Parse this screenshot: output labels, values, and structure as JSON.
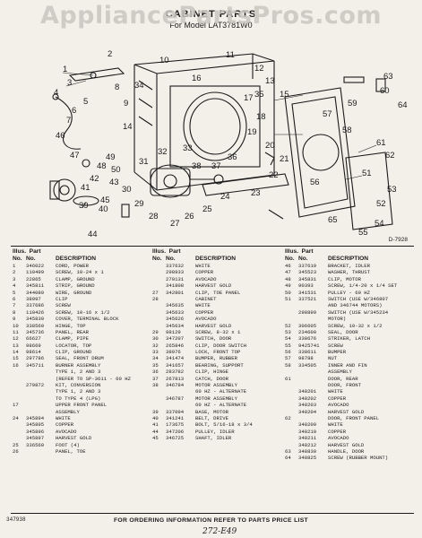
{
  "header": {
    "watermark": "AppliancePartsPros.com",
    "title": "CABINET PARTS",
    "subtitle": "For Model LAT3781W0"
  },
  "diagram": {
    "callouts": [
      "1",
      "2",
      "3",
      "4",
      "5",
      "6",
      "7",
      "8",
      "9",
      "10",
      "11",
      "12",
      "13",
      "14",
      "15",
      "16",
      "17",
      "18",
      "19",
      "20",
      "21",
      "22",
      "23",
      "24",
      "25",
      "26",
      "27",
      "28",
      "29",
      "30",
      "31",
      "32",
      "33",
      "34",
      "35",
      "36",
      "37",
      "38",
      "39",
      "40",
      "41",
      "42",
      "43",
      "44",
      "45",
      "46",
      "47",
      "48",
      "49",
      "50",
      "51",
      "52",
      "53",
      "54",
      "55",
      "56",
      "57",
      "58",
      "59",
      "60",
      "61",
      "62",
      "63",
      "64",
      "65"
    ],
    "figure_tag": "D-7928"
  },
  "parts_list": {
    "header_line1": "Illus.  Part",
    "header_line2": [
      "No.",
      "No.",
      "DESCRIPTION"
    ],
    "columns": [
      [
        [
          "1",
          "346022",
          "CORD, POWER"
        ],
        [
          "2",
          "110499",
          "SCREW, 10-24 x 1"
        ],
        [
          "3",
          "22865",
          "CLAMP, GROUND"
        ],
        [
          "4",
          "345811",
          "STRIP, GROUND"
        ],
        [
          "5",
          "344089",
          "WIRE, GROUND"
        ],
        [
          "6",
          "38997",
          "CLIP"
        ],
        [
          "7",
          "337686",
          "SCREW"
        ],
        [
          "8",
          "110426",
          "SCREW, 10-16 x 1/2"
        ],
        [
          "9",
          "345830",
          "COVER, TERMINAL BLOCK"
        ],
        [
          "10",
          "338560",
          "HINGE, TOP"
        ],
        [
          "11",
          "345736",
          "PANEL, REAR"
        ],
        [
          "12",
          "66627",
          "CLAMP, PIPE"
        ],
        [
          "13",
          "98669",
          "LOCATOR, TOP"
        ],
        [
          "14",
          "98614",
          "CLIP, GROUND"
        ],
        [
          "15",
          "297786",
          "SEAL, FRONT DRUM"
        ],
        [
          "16",
          "345711",
          "BURNER ASSEMBLY"
        ],
        [
          "",
          "",
          "TYPE 1, 2 AND 3"
        ],
        [
          "",
          "",
          "(REFER TO SP-3611 - 60 HZ"
        ],
        [
          "",
          "279872",
          "KIT, CONVERSION"
        ],
        [
          "",
          "",
          "TYPE 1, 2 AND 3"
        ],
        [
          "",
          "",
          "TO TYPE 4 (LPG)"
        ],
        [
          "17",
          "",
          "UPPER FRONT PANEL"
        ],
        [
          "",
          "",
          "ASSEMBLY"
        ],
        [
          "24",
          "345894",
          "WHITE"
        ],
        [
          "",
          "345895",
          "COPPER"
        ],
        [
          "",
          "345896",
          "AVOCADO"
        ],
        [
          "",
          "345897",
          "HARVEST GOLD"
        ],
        [
          "25",
          "336560",
          "FOOT (4)"
        ],
        [
          "26",
          "",
          "PANEL, TOE"
        ]
      ],
      [
        [
          "",
          "337632",
          "WHITE"
        ],
        [
          "",
          "298933",
          "COPPER"
        ],
        [
          "",
          "279131",
          "AVOCADO"
        ],
        [
          "",
          "341808",
          "HARVEST GOLD"
        ],
        [
          "27",
          "342801",
          "CLIP, TOE PANEL"
        ],
        [
          "28",
          "",
          "CABINET"
        ],
        [
          "",
          "345635",
          "WHITE"
        ],
        [
          "",
          "345633",
          "COPPER"
        ],
        [
          "",
          "345626",
          "AVOCADO"
        ],
        [
          "",
          "345634",
          "HARVEST GOLD"
        ],
        [
          "29",
          "98129",
          "SCREW, 8-32 x 1"
        ],
        [
          "30",
          "347207",
          "SWITCH, DOOR"
        ],
        [
          "32",
          "265846",
          "CLIP, DOOR SWITCH"
        ],
        [
          "33",
          "38976",
          "LOCK, FRONT TOP"
        ],
        [
          "34",
          "341474",
          "BUMPER, RUBBER"
        ],
        [
          "35",
          "341657",
          "BEARING, SUPPORT"
        ],
        [
          "36",
          "283782",
          "CLIP, HINGE"
        ],
        [
          "37",
          "267813",
          "CATCH, DOOR"
        ],
        [
          "38",
          "346784",
          "MOTOR ASSEMBLY"
        ],
        [
          "",
          "",
          "60 HZ - ALTERNATE"
        ],
        [
          "",
          "346787",
          "MOTOR ASSEMBLY"
        ],
        [
          "",
          "",
          "60 HZ - ALTERNATE"
        ],
        [
          "39",
          "337094",
          "BASE, MOTOR"
        ],
        [
          "40",
          "341241",
          "BELT, DRIVE"
        ],
        [
          "41",
          "173675",
          "BOLT, 5/16-18 x 3/4"
        ],
        [
          "44",
          "347206",
          "PULLEY, IDLER"
        ],
        [
          "45",
          "346725",
          "SHAFT, IDLER"
        ]
      ],
      [
        [
          "46",
          "337619",
          "BRACKET, IDLER"
        ],
        [
          "47",
          "345523",
          "WASHER, THRUST"
        ],
        [
          "48",
          "345831",
          "CLIP, MOTOR"
        ],
        [
          "49",
          "90393",
          "SCREW, 1/4-20 x 1/4 SET"
        ],
        [
          "50",
          "341531",
          "PULLEY - 60 HZ"
        ],
        [
          "51",
          "337521",
          "SWITCH (USE W/346807"
        ],
        [
          "",
          "",
          "AND 346744 MOTORS)"
        ],
        [
          "",
          "298899",
          "SWITCH (USE W/345234"
        ],
        [
          "",
          "",
          "MOTOR)"
        ],
        [
          "52",
          "306605",
          "SCREW, 10-32 x 1/2"
        ],
        [
          "53",
          "234600",
          "SEAL, DOOR"
        ],
        [
          "54",
          "338676",
          "STRIKER, LATCH"
        ],
        [
          "55",
          "9425741",
          "SCREW"
        ],
        [
          "56",
          "338611",
          "BUMPER"
        ],
        [
          "57",
          "98788",
          "NUT"
        ],
        [
          "58",
          "334505",
          "INNER AND FIN"
        ],
        [
          "",
          "",
          "ASSEMBLY"
        ],
        [
          "61",
          "",
          "DOOR, REAR"
        ],
        [
          "",
          "",
          "DOOR, FRONT"
        ],
        [
          "",
          "348201",
          "WHITE"
        ],
        [
          "",
          "348202",
          "COPPER"
        ],
        [
          "",
          "348203",
          "AVOCADO"
        ],
        [
          "",
          "348204",
          "HARVEST GOLD"
        ],
        [
          "62",
          "",
          "DOOR, FRONT PANEL"
        ],
        [
          "",
          "348209",
          "WHITE"
        ],
        [
          "",
          "348210",
          "COPPER"
        ],
        [
          "",
          "348211",
          "AVOCADO"
        ],
        [
          "",
          "348212",
          "HARVEST GOLD"
        ],
        [
          "63",
          "348830",
          "HANDLE, DOOR"
        ],
        [
          "64",
          "348825",
          "SCREW (RUBBER MOUNT)"
        ]
      ]
    ]
  },
  "footer": {
    "reference": "347938",
    "note": "FOR ORDERING INFORMATION REFER TO PARTS PRICE LIST",
    "handwritten": "272-E49"
  }
}
